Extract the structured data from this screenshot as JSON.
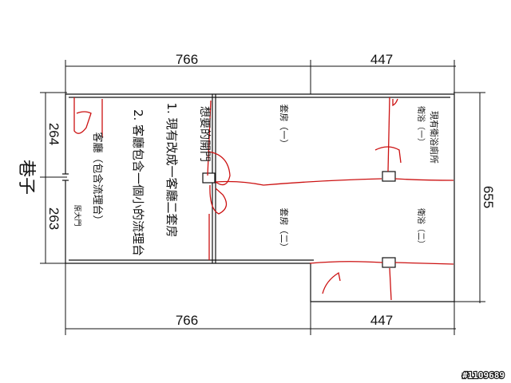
{
  "dimensions": {
    "top_left": "766",
    "top_right": "447",
    "bottom_left": "766",
    "bottom_right": "447",
    "right_height": "655",
    "left_upper": "264",
    "left_lower": "263"
  },
  "labels": {
    "alley": "巷子",
    "living_room": "客廳（包含流理台）",
    "original_gate": "原大門",
    "notes": [
      "1. 現有改成一客廳二套房",
      "2. 客廳包含一個小的流理台"
    ],
    "want_door": "想要的開門",
    "suite_one": "套房（一）",
    "suite_two": "套房（二）",
    "current_bathroom": "現有衛浴廁所",
    "bath_one": "衛浴（一）",
    "bath_two": "衛浴（二）"
  },
  "watermark": "#1109689",
  "colors": {
    "walls": "#111111",
    "sketch": "#cc1111",
    "watermark_fill": "#ffffff",
    "watermark_stroke": "#111111"
  }
}
